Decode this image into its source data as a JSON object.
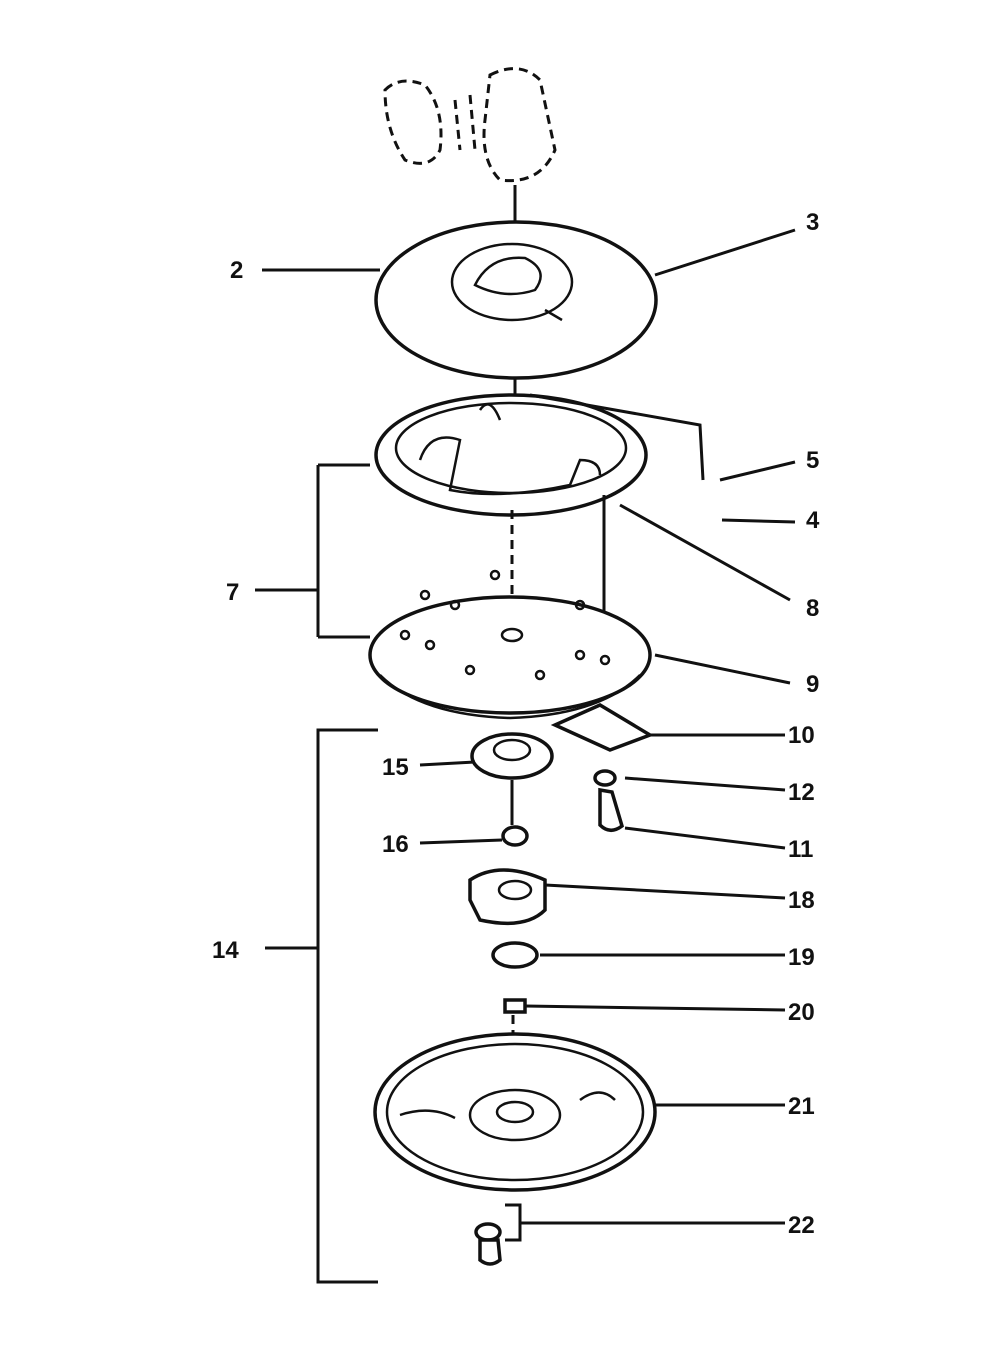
{
  "figure": {
    "labels": {
      "l2": "2",
      "l3": "3",
      "l4": "4",
      "l5": "5",
      "l7": "7",
      "l8": "8",
      "l9": "9",
      "l10": "10",
      "l11": "11",
      "l12": "12",
      "l14": "14",
      "l15": "15",
      "l16": "16",
      "l18": "18",
      "l19": "19",
      "l20": "20",
      "l21": "21",
      "l22": "22"
    }
  }
}
